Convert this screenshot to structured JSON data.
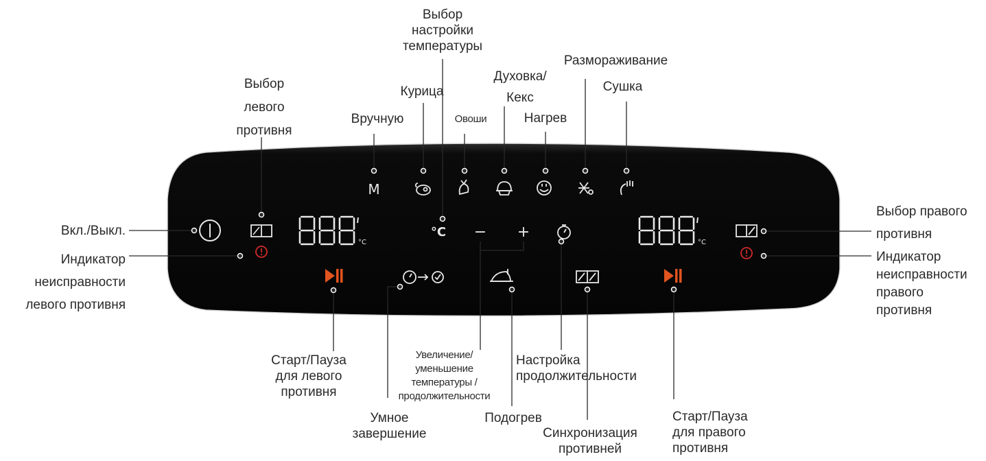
{
  "colors": {
    "panel": "#0b0b0b",
    "icon": "#e8e8e8",
    "accent": "#e2541f",
    "warning": "#d02a2a",
    "line": "#2a2a2a",
    "text": "#2a2a2a"
  },
  "panel": {
    "temp_unit": "°C",
    "temp_button": "°C",
    "minus": "−",
    "plus": "+",
    "mode_letter": "M",
    "display_digits": "888",
    "icons": [
      "power-icon",
      "left-basket-icon",
      "right-basket-icon",
      "warning-icon",
      "play-pause-icon",
      "manual-icon",
      "chicken-icon",
      "vegetables-icon",
      "cake-icon",
      "reheat-icon",
      "defrost-icon",
      "dehydrate-icon",
      "timer-icon",
      "smart-finish-icon",
      "keep-warm-icon",
      "sync-baskets-icon"
    ]
  },
  "labels": {
    "temp_select": "Выбор\nнастройки\nтемпературы",
    "left_basket_select": "Выбор\nлевого\nпротивня",
    "chicken": "Курица",
    "manual": "Вручную",
    "vegetables": "Овоши",
    "oven_cake": "Духовка/\nКекс",
    "reheat": "Нагрев",
    "defrost": "Размораживание",
    "dehydrate": "Сушка",
    "power": "Вкл./Выкл.",
    "left_error": "Индикатор\nнеисправности\nлевого противня",
    "right_basket_select": "Выбор правого\nпротивня",
    "right_error": "Индикатор\nнеисправности\nправого\nпротивня",
    "left_start": "Старт/Пауза\nдля левого\nпротивня",
    "temp_time_adjust": "Увеличение/\nуменьшение\nтемпературы /\nпродолжительности",
    "duration": "Настройка\nпродолжительности",
    "smart_finish": "Умное\nзавершение",
    "keep_warm": "Подогрев",
    "sync": "Синхронизация\nпротивней",
    "right_start": "Старт/Пауза\nдля правого\nпротивня"
  }
}
